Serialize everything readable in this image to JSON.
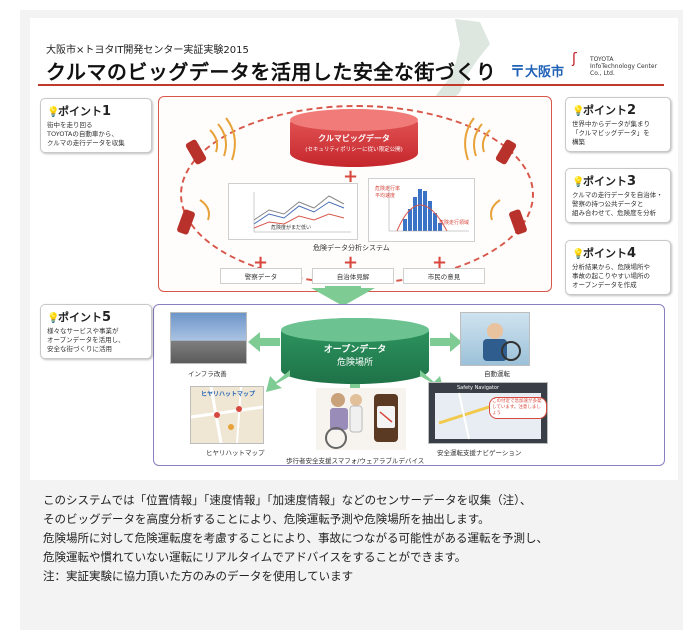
{
  "header": {
    "subtitle": "大阪市×トヨタIT開発センター実証実験2015",
    "title": "クルマのビッグデータを活用した安全な街づくり",
    "logo_osaka": "大阪市",
    "logo_toyota": "TOYOTA InfoTechnology Center Co., Ltd."
  },
  "callouts": [
    {
      "head": "ポイント",
      "num": "1",
      "body": "街中を走り回る\nTOYOTAの自動車から、\nクルマの走行データを収集"
    },
    {
      "head": "ポイント",
      "num": "2",
      "body": "世界中からデータが集まり\n「クルマビッグデータ」を\n構築"
    },
    {
      "head": "ポイント",
      "num": "3",
      "body": "クルマの走行データを自治体・\n警察の持つ公共データと\n組み合わせて、危険度を分析"
    },
    {
      "head": "ポイント",
      "num": "4",
      "body": "分析結果から、危険場所や\n事故の起こりやすい場所の\nオープンデータを作成"
    },
    {
      "head": "ポイント",
      "num": "5",
      "body": "様々なサービスや事業が\nオープンデータを活用し、\n安全な街づくりに活用"
    }
  ],
  "upper": {
    "bigdata_title": "クルマビッグデータ",
    "bigdata_sub": "(セキュリティポリシーに従い限定公開)",
    "system_label": "危険データ分析システム",
    "inputs": [
      "警察データ",
      "自治体見解",
      "市民の意見"
    ],
    "chart_left_label": "危険度がまだ低い",
    "chart_right_note": "危険走行率",
    "chart_right_note2": "平均速度",
    "chart_right_note3": "危険走行領域"
  },
  "lower": {
    "opendata_title": "オープンデータ",
    "opendata_sub": "危険場所",
    "items": [
      "インフラ改善",
      "自動運転",
      "ヒヤリハットマップ",
      "歩行者安全支援スマフォ/ウェアラブルデバイス",
      "安全運転支援ナビゲーション"
    ],
    "map_title": "ヒヤリハットマップ",
    "nav_title": "Safety Navigator",
    "nav_bubble": "この付近で急加速が多発しています。注意しましょう"
  },
  "paragraph": [
    "このシステムでは「位置情報」「速度情報」「加速度情報」などのセンサーデータを収集（注）、",
    "そのビッグデータを高度分析することにより、危険運転予測や危険場所を抽出します。",
    "危険場所に対して危険運転度を考慮することにより、事故につながる可能性がある運転を予測し、",
    "危険運転や慣れていない運転にリアルタイムでアドバイスをすることができます。",
    "注：実証実験に協力頂いた方のみのデータを使用しています"
  ],
  "colors": {
    "accent_red": "#d8574b",
    "brand_blue": "#1f61b6",
    "green": "#2f9a63",
    "purple": "#8a7fc0"
  }
}
